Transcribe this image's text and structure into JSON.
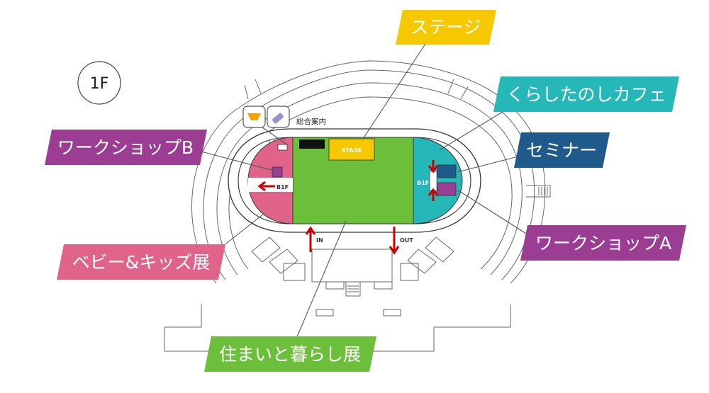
{
  "floor": "1F",
  "map": {
    "stage_small": "STAGE",
    "info_desk": "総合案内",
    "b1f_left": "B1F",
    "b1f_right": "B1F",
    "in_label": "IN",
    "out_label": "OUT"
  },
  "callouts": {
    "stage": "ステージ",
    "cafe": "くらしたのしカフェ",
    "seminar": "セミナー",
    "workshop_a": "ワークショップA",
    "workshop_b": "ワークショップB",
    "baby_kids": "ベビー&キッズ展",
    "housing": "住まいと暮らし展"
  },
  "colors": {
    "green_zone": "#6cbf3b",
    "pink_zone": "#e0648a",
    "teal_zone": "#26b8b9",
    "navy_zone": "#1e5a8c",
    "purple_zone": "#9b3d92",
    "yellow_label": "#f5c800",
    "red_arrow": "#cc0000"
  },
  "icons": [
    "diaper-icon",
    "baby-bottle-icon"
  ]
}
